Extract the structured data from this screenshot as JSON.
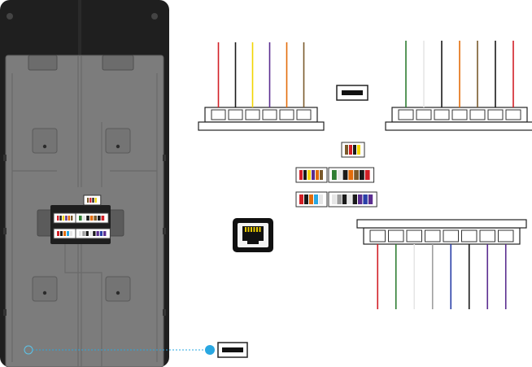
{
  "device": {
    "name": "access-control-terminal-back",
    "body_color": "#1f1f1f",
    "plate_color": "#7c7c7c"
  },
  "colors": {
    "red": "#d21f26",
    "black": "#1a1a1a",
    "yellow": "#f2d500",
    "purple": "#5b2d90",
    "orange": "#e36c0a",
    "brown": "#7a5a2c",
    "green": "#2e7d32",
    "white": "#e6e6e6",
    "gray": "#9e9e9e",
    "blue": "#2a3fa8",
    "cyan": "#29a7e1"
  },
  "connectors": {
    "top_left_6pin": {
      "pins": 6,
      "wires": [
        "red",
        "black",
        "yellow",
        "purple",
        "orange",
        "brown"
      ]
    },
    "top_right_7pin": {
      "pins": 7,
      "wires": [
        "green",
        "white",
        "black",
        "orange",
        "brown",
        "black",
        "red"
      ]
    },
    "bottom_right_8pin": {
      "pins": 8,
      "wires": [
        "red",
        "green",
        "white",
        "gray",
        "blue",
        "black",
        "purple",
        "purple"
      ]
    }
  },
  "port_icons": [
    {
      "name": "usb-port-icon",
      "interface": "USB"
    },
    {
      "name": "rj45-port-icon",
      "interface": "RJ45"
    },
    {
      "name": "usb-port-icon-callout",
      "interface": "USB"
    }
  ],
  "legend_blocks": [
    {
      "name": "small-connector-swatch",
      "colors": [
        "brown",
        "red",
        "black",
        "yellow"
      ]
    },
    {
      "name": "6pin-connector-swatch",
      "colors": [
        "red",
        "black",
        "yellow",
        "purple",
        "orange",
        "brown"
      ]
    },
    {
      "name": "7pin-connector-swatch",
      "colors": [
        "green",
        "white",
        "black",
        "orange",
        "brown",
        "black",
        "red"
      ]
    },
    {
      "name": "5pin-connector-swatch",
      "colors": [
        "red",
        "black",
        "orange",
        "cyan",
        "white"
      ]
    },
    {
      "name": "8pin-connector-swatch",
      "colors": [
        "white",
        "gray",
        "black",
        "white",
        "black",
        "purple",
        "blue",
        "purple"
      ]
    }
  ]
}
